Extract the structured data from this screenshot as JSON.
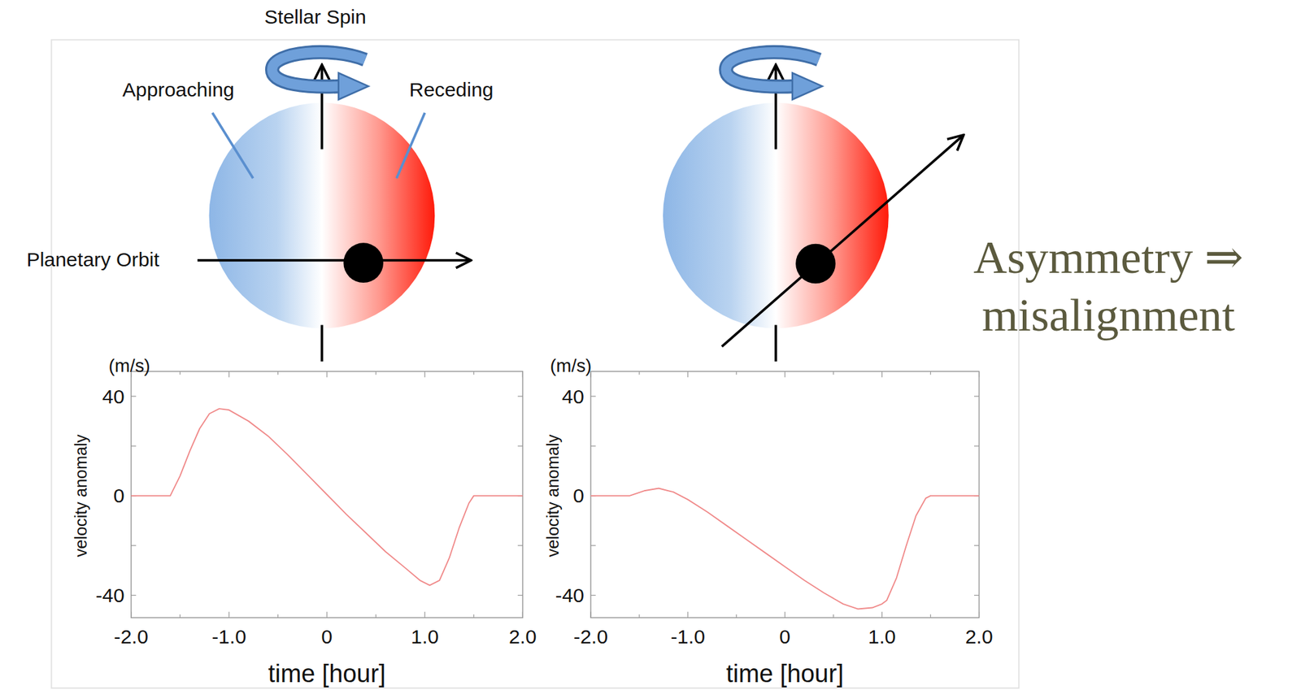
{
  "diagram": {
    "labels": [
      "Stellar Spin",
      "Approaching",
      "Receding",
      "Planetary Orbit",
      "Asymmetry ⇒ misalignment",
      "(m/s)",
      "40",
      "0",
      "-40",
      "velocity anomaly",
      "-2.0",
      "-1.0",
      "0",
      "1.0",
      "2.0",
      "time [hour]",
      "(m/s)",
      "40",
      "0",
      "-40",
      "velocity anomaly",
      "-2.0",
      "-1.0",
      "0",
      "1.0",
      "2.0",
      "time [hour]"
    ]
  }
}
